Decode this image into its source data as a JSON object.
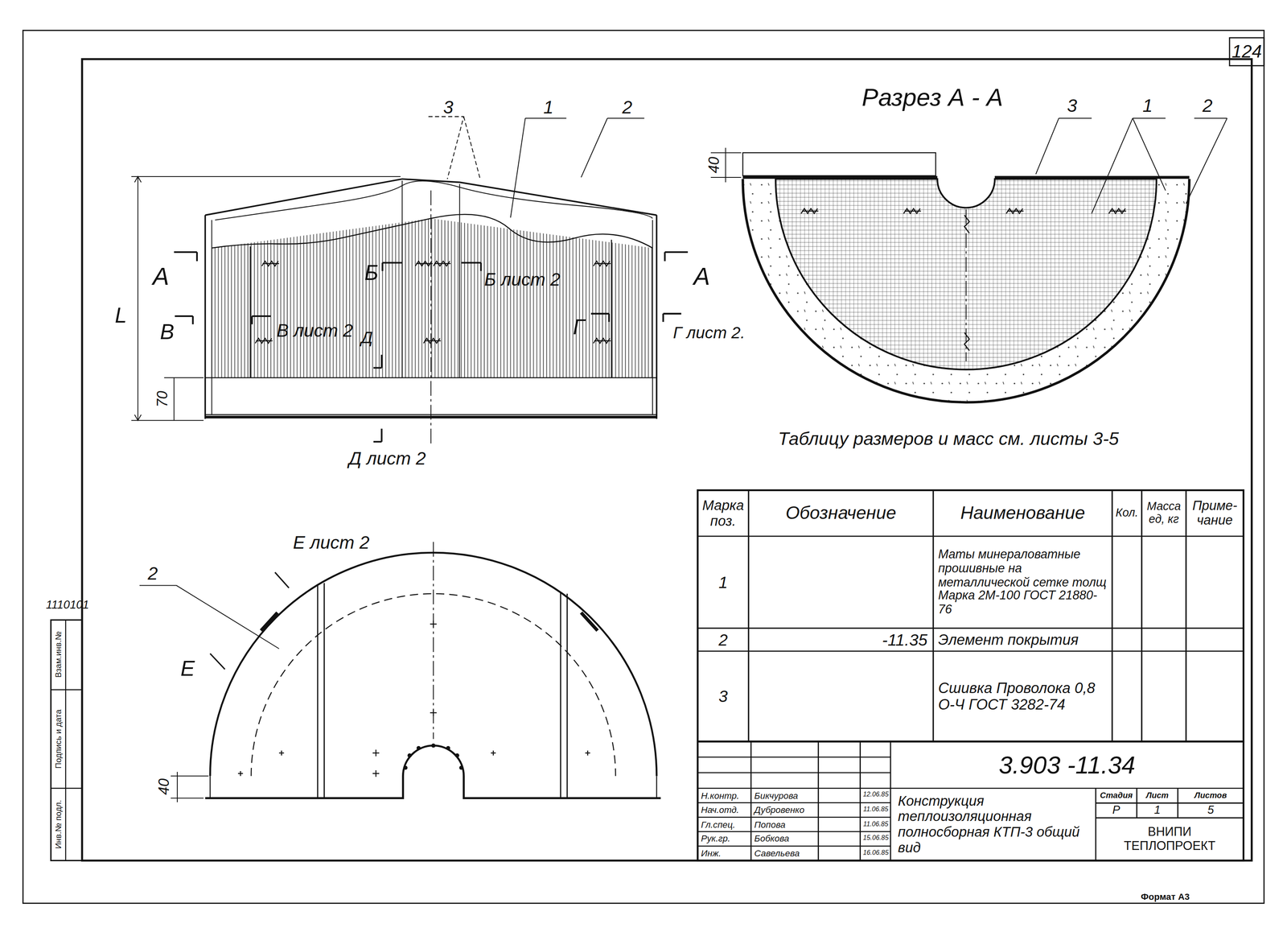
{
  "diagram": {
    "labels": [
      "124",
      "3",
      "1",
      "2",
      "А",
      "Б",
      "Б лист 2",
      "А",
      "В",
      "В лист 2",
      "Г",
      "Г лист 2.",
      "Д",
      "Д лист 2",
      "L",
      "70",
      "Разрез А - А",
      "40",
      "3",
      "1",
      "2",
      "Таблицу размеров и масс см. листы 3-5",
      "Е лист 2",
      "Е",
      "2",
      "40",
      "Марка поз.",
      "Обозначение",
      "Наименование",
      "Кол.",
      "Масса ед, кг",
      "Приме- чание",
      "1",
      "Маты минераловатные прошивные на металлической сетке толщ Марка 2М-100 ГОСТ 21880-76",
      "2",
      "-11.35",
      "Элемент покрытия",
      "3",
      "Сшивка Проволока 0,8 О-Ч ГОСТ 3282-74",
      "3.903 -11.34",
      "Н.контр.",
      "Бикчурова",
      "12.06.85",
      "Нач.отд.",
      "Дубровенко",
      "11.06.85",
      "Гл.спец.",
      "Попова",
      "11.06.85",
      "Рук.гр.",
      "Бобкова",
      "15.06.85",
      "Инж.",
      "Савельева",
      "16.06.85",
      "Конструкция теплоизоляционная полносборная КТП-3 общий вид",
      "Стадия",
      "Лист",
      "Листов",
      "Р",
      "1",
      "5",
      "ВНИПИ ТЕПЛОПРОЕКТ",
      "1110101",
      "Инв.№ подл.",
      "Подпись и дата",
      "Взам.инв.№",
      "Формат А3"
    ]
  }
}
